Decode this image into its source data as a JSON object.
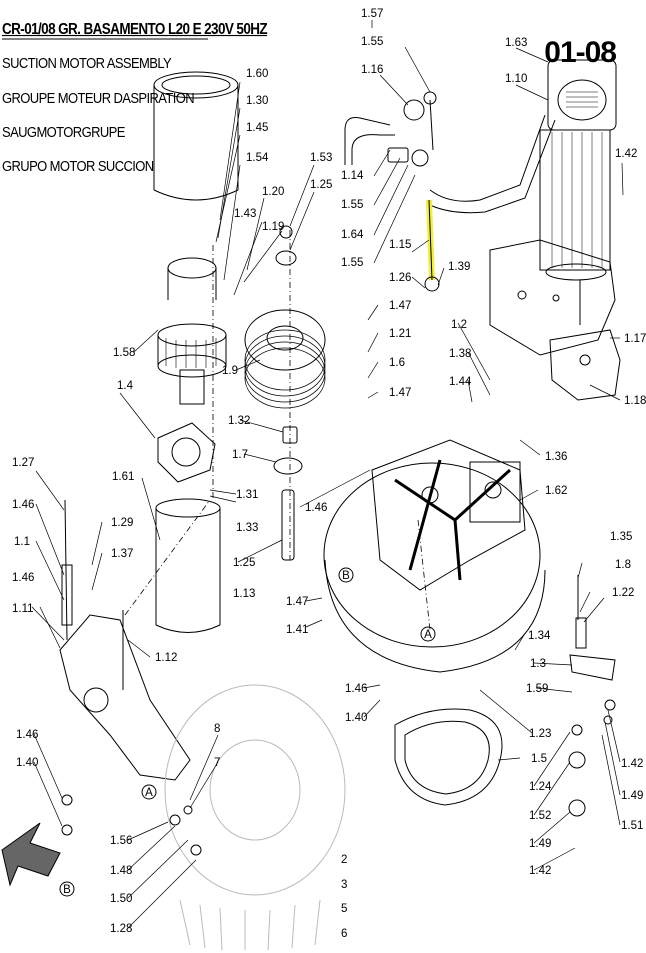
{
  "header": {
    "title": "CR-01/08 GR. BASAMENTO L20 E 230V 50HZ",
    "subtitles": [
      "SUCTION MOTOR ASSEMBLY",
      "GROUPE MOTEUR DASPIRATION",
      "SAUGMOTORGRUPE",
      "GRUPO MOTOR SUCCION"
    ]
  },
  "page_code": "01-08",
  "highlight_color": "#f2ef3a",
  "callouts": [
    {
      "id": "c01",
      "label": "1.57"
    },
    {
      "id": "c02",
      "label": "1.55"
    },
    {
      "id": "c03",
      "label": "1.16"
    },
    {
      "id": "c04",
      "label": "1.63"
    },
    {
      "id": "c05",
      "label": "1.10"
    },
    {
      "id": "c06",
      "label": "1.42"
    },
    {
      "id": "c07",
      "label": "1.60"
    },
    {
      "id": "c08",
      "label": "1.30"
    },
    {
      "id": "c09",
      "label": "1.45"
    },
    {
      "id": "c10",
      "label": "1.54"
    },
    {
      "id": "c11",
      "label": "1.53"
    },
    {
      "id": "c12",
      "label": "1.25"
    },
    {
      "id": "c13",
      "label": "1.20"
    },
    {
      "id": "c14",
      "label": "1.43"
    },
    {
      "id": "c15",
      "label": "1.19"
    },
    {
      "id": "c16",
      "label": "1.14"
    },
    {
      "id": "c17",
      "label": "1.55"
    },
    {
      "id": "c18",
      "label": "1.64"
    },
    {
      "id": "c19",
      "label": "1.55"
    },
    {
      "id": "c20",
      "label": "1.15"
    },
    {
      "id": "c21",
      "label": "1.26"
    },
    {
      "id": "c22",
      "label": "1.39"
    },
    {
      "id": "c23",
      "label": "1.47"
    },
    {
      "id": "c24",
      "label": "1.21"
    },
    {
      "id": "c25",
      "label": "1.6"
    },
    {
      "id": "c26",
      "label": "1.47"
    },
    {
      "id": "c27",
      "label": "1.2"
    },
    {
      "id": "c28",
      "label": "1.38"
    },
    {
      "id": "c29",
      "label": "1.44"
    },
    {
      "id": "c30",
      "label": "1.17"
    },
    {
      "id": "c31",
      "label": "1.18"
    },
    {
      "id": "c32",
      "label": "1.58"
    },
    {
      "id": "c33",
      "label": "1.9"
    },
    {
      "id": "c34",
      "label": "1.4"
    },
    {
      "id": "c35",
      "label": "1.32"
    },
    {
      "id": "c36",
      "label": "1.7"
    },
    {
      "id": "c37",
      "label": "1.36"
    },
    {
      "id": "c38",
      "label": "1.62"
    },
    {
      "id": "c39",
      "label": "1.27"
    },
    {
      "id": "c40",
      "label": "1.61"
    },
    {
      "id": "c41",
      "label": "1.31"
    },
    {
      "id": "c42",
      "label": "1.33"
    },
    {
      "id": "c43",
      "label": "1.46"
    },
    {
      "id": "c44",
      "label": "1.46"
    },
    {
      "id": "c45",
      "label": "1.29"
    },
    {
      "id": "c46",
      "label": "1.1"
    },
    {
      "id": "c47",
      "label": "1.37"
    },
    {
      "id": "c48",
      "label": "1.25"
    },
    {
      "id": "c49",
      "label": "1.46"
    },
    {
      "id": "c50",
      "label": "1.13"
    },
    {
      "id": "c51",
      "label": "1.35"
    },
    {
      "id": "c52",
      "label": "1.8"
    },
    {
      "id": "c53",
      "label": "1.22"
    },
    {
      "id": "c54",
      "label": "1.11"
    },
    {
      "id": "c55",
      "label": "1.47"
    },
    {
      "id": "c56",
      "label": "1.41"
    },
    {
      "id": "c57",
      "label": "1.12"
    },
    {
      "id": "c58",
      "label": "1.34"
    },
    {
      "id": "c59",
      "label": "1.3"
    },
    {
      "id": "c60",
      "label": "1.46"
    },
    {
      "id": "c61",
      "label": "1.59"
    },
    {
      "id": "c62",
      "label": "1.40"
    },
    {
      "id": "c63",
      "label": "1.23"
    },
    {
      "id": "c64",
      "label": "1.46"
    },
    {
      "id": "c65",
      "label": "1.40"
    },
    {
      "id": "c66",
      "label": "8"
    },
    {
      "id": "c67",
      "label": "7"
    },
    {
      "id": "c68",
      "label": "1.5"
    },
    {
      "id": "c69",
      "label": "1.24"
    },
    {
      "id": "c70",
      "label": "1.42"
    },
    {
      "id": "c71",
      "label": "1.49"
    },
    {
      "id": "c72",
      "label": "1.52"
    },
    {
      "id": "c73",
      "label": "1.51"
    },
    {
      "id": "c74",
      "label": "1.56"
    },
    {
      "id": "c75",
      "label": "1.48"
    },
    {
      "id": "c76",
      "label": "1.49"
    },
    {
      "id": "c77",
      "label": "2"
    },
    {
      "id": "c78",
      "label": "1.50"
    },
    {
      "id": "c79",
      "label": "3"
    },
    {
      "id": "c80",
      "label": "1.42"
    },
    {
      "id": "c81",
      "label": "5"
    },
    {
      "id": "c82",
      "label": "1.28"
    },
    {
      "id": "c83",
      "label": "6"
    }
  ],
  "reference_markers": [
    {
      "id": "A1",
      "label": "A"
    },
    {
      "id": "A2",
      "label": "A"
    },
    {
      "id": "B1",
      "label": "B"
    },
    {
      "id": "B2",
      "label": "B"
    }
  ]
}
